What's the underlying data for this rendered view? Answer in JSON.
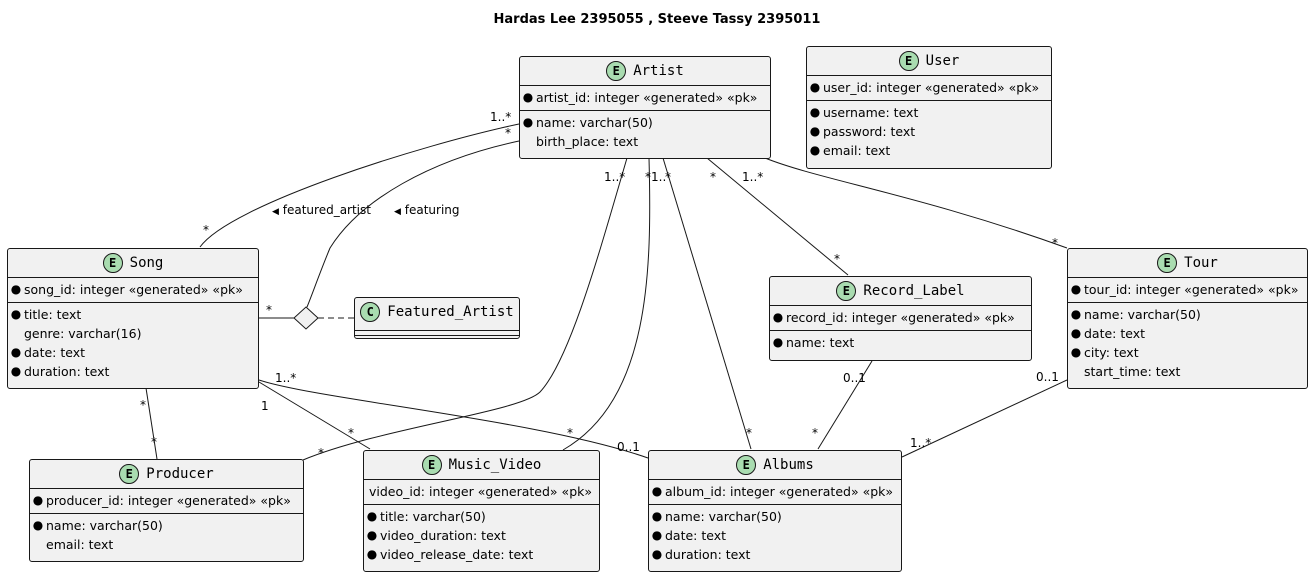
{
  "title": "Hardas Lee 2395055 , Steeve Tassy 2395011",
  "entities": {
    "artist": {
      "badge": "E",
      "name": "Artist",
      "pk": [
        {
          "marker": "●",
          "text": "artist_id:  integer «generated» «pk»"
        }
      ],
      "attrs": [
        {
          "marker": "●",
          "text": "name: varchar(50)"
        },
        {
          "marker": "",
          "text": "birth_place: text"
        }
      ]
    },
    "user": {
      "badge": "E",
      "name": "User",
      "pk": [
        {
          "marker": "●",
          "text": "user_id: integer «generated» «pk»"
        }
      ],
      "attrs": [
        {
          "marker": "●",
          "text": "username: text"
        },
        {
          "marker": "●",
          "text": "password: text"
        },
        {
          "marker": "●",
          "text": "email: text"
        }
      ]
    },
    "song": {
      "badge": "E",
      "name": "Song",
      "pk": [
        {
          "marker": "●",
          "text": "song_id:  integer «generated» «pk»"
        }
      ],
      "attrs": [
        {
          "marker": "●",
          "text": "title: text"
        },
        {
          "marker": "",
          "text": "genre: varchar(16)"
        },
        {
          "marker": "●",
          "text": "date: text"
        },
        {
          "marker": "●",
          "text": "duration: text"
        }
      ]
    },
    "featured_artist": {
      "badge": "C",
      "name": "Featured_Artist"
    },
    "record_label": {
      "badge": "E",
      "name": "Record_Label",
      "pk": [
        {
          "marker": "●",
          "text": "record_id:  integer «generated» «pk»"
        }
      ],
      "attrs": [
        {
          "marker": "●",
          "text": "name: text"
        }
      ]
    },
    "tour": {
      "badge": "E",
      "name": "Tour",
      "pk": [
        {
          "marker": "●",
          "text": "tour_id: integer «generated» «pk»"
        }
      ],
      "attrs": [
        {
          "marker": "●",
          "text": "name: varchar(50)"
        },
        {
          "marker": "●",
          "text": "date: text"
        },
        {
          "marker": "●",
          "text": "city: text"
        },
        {
          "marker": "",
          "text": "start_time: text"
        }
      ]
    },
    "producer": {
      "badge": "E",
      "name": "Producer",
      "pk": [
        {
          "marker": "●",
          "text": "producer_id: integer «generated» «pk»"
        }
      ],
      "attrs": [
        {
          "marker": "●",
          "text": "name: varchar(50)"
        },
        {
          "marker": "",
          "text": "email: text"
        }
      ]
    },
    "music_video": {
      "badge": "E",
      "name": "Music_Video",
      "pk": [
        {
          "marker": "",
          "text": "video_id: integer «generated» «pk»"
        }
      ],
      "attrs": [
        {
          "marker": "●",
          "text": "title: varchar(50)"
        },
        {
          "marker": "●",
          "text": "video_duration: text"
        },
        {
          "marker": "●",
          "text": "video_release_date: text"
        }
      ]
    },
    "albums": {
      "badge": "E",
      "name": "Albums",
      "pk": [
        {
          "marker": "●",
          "text": "album_id: integer «generated» «pk»"
        }
      ],
      "attrs": [
        {
          "marker": "●",
          "text": "name: varchar(50)"
        },
        {
          "marker": "●",
          "text": "date: text"
        },
        {
          "marker": "●",
          "text": "duration: text"
        }
      ]
    }
  },
  "relations": {
    "featured_artist": {
      "label": "featured_artist",
      "arrow": "◀"
    },
    "featuring": {
      "label": "featuring",
      "arrow": "◀"
    }
  },
  "multiplicities": {
    "artist_song_artist_end": "1..*",
    "artist_song_song_end": "*",
    "featuring_artist_end": "*",
    "featuring_song_end": "*",
    "artist_producer_artist_end": "1..*",
    "artist_producer_producer_end": "*",
    "artist_video_artist_end": "*",
    "artist_video_video_end": "*",
    "artist_albums_a": "1..",
    "artist_albums_b": "*",
    "artist_albums_albums_end": "*",
    "artist_record_artist_end": "*",
    "artist_record_label_a": "1..*",
    "artist_record_record_end": "*",
    "artist_tour_tour_end": "*",
    "song_producer_song_end": "*",
    "song_producer_producer_end": "*",
    "song_video_song_end": "1",
    "song_video_video_end": "*",
    "song_albums_song_end": "1..*",
    "song_albums_albums_end": "0..1",
    "record_albums_record_end": "0..1",
    "record_albums_albums_end": "*",
    "tour_albums_tour_end": "0..1",
    "tour_albums_albums_end": "1..*"
  }
}
